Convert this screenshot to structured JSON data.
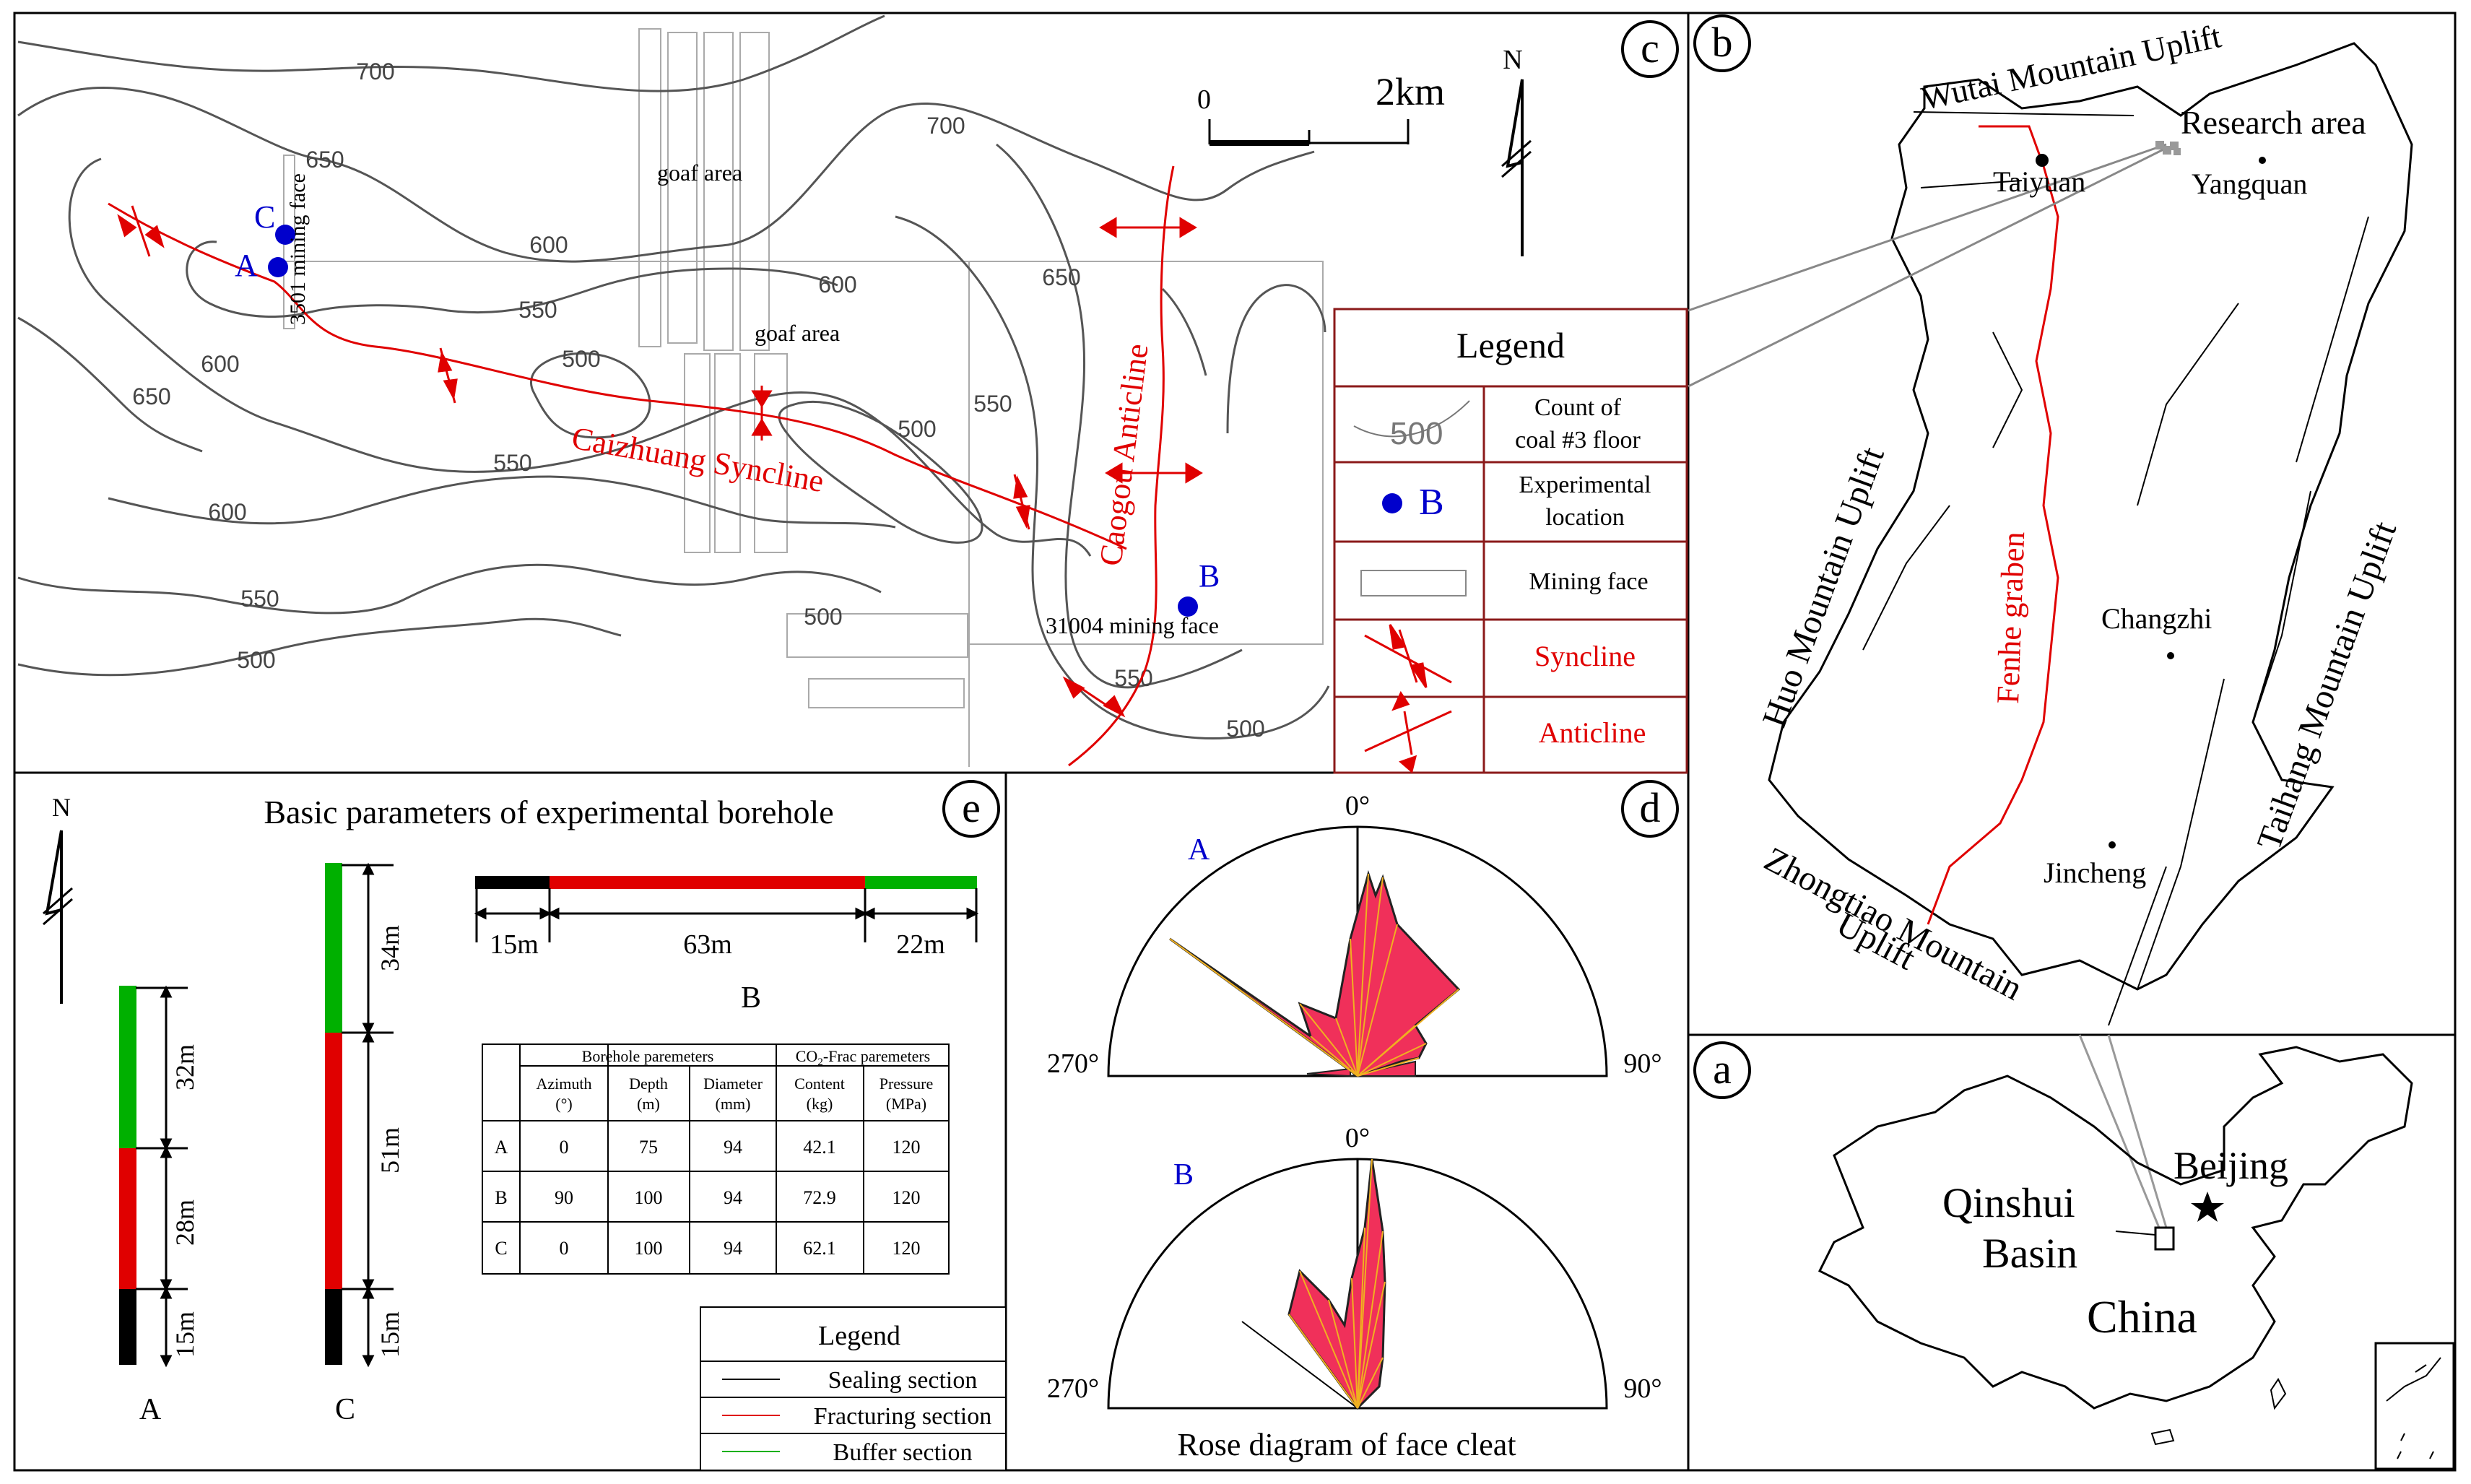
{
  "panels": {
    "c": {
      "letter": "c",
      "contour_labels": [
        "700",
        "700",
        "650",
        "600",
        "600",
        "550",
        "550",
        "500",
        "500",
        "500",
        "650",
        "600",
        "550",
        "600",
        "550",
        "500",
        "500",
        "550",
        "650",
        "650",
        "500",
        "550"
      ],
      "points": [
        {
          "label": "C",
          "color": "#0000cc"
        },
        {
          "label": "A",
          "color": "#0000cc"
        },
        {
          "label": "B",
          "color": "#0000cc"
        }
      ],
      "labels": {
        "mining_face_3501": "3501 mining face",
        "goaf_1": "goaf area",
        "goaf_2": "goaf area",
        "syncline": "Caizhuang Syncline",
        "anticline": "Caogou Anticline",
        "mining_face_31004": "31004 mining face"
      },
      "scale": {
        "start": "0",
        "end": "2km"
      },
      "north": "N",
      "legend": {
        "title": "Legend",
        "items": [
          {
            "icon": "500",
            "text1": "Count of",
            "text2": "coal #3 floor"
          },
          {
            "icon": "B",
            "text1": "Experimental",
            "text2": "location"
          },
          {
            "text1": "Mining face"
          },
          {
            "text1": "Syncline"
          },
          {
            "text1": "Anticline"
          }
        ]
      }
    },
    "b": {
      "letter": "b",
      "labels": {
        "wutai": "Wutai Mountain Uplift",
        "research": "Research area",
        "taiyuan": "Taiyuan",
        "yangquan": "Yangquan",
        "huo": "Huo Mountain Uplift",
        "fenhe": "Fenhe graben",
        "taihang": "Taihang Mountain Uplift",
        "changzhi": "Changzhi",
        "jincheng": "Jincheng",
        "zhongtiao1": "Zhongtiao Mountain",
        "zhongtiao2": "Uplift"
      }
    },
    "e": {
      "letter": "e",
      "title": "Basic parameters of experimental borehole",
      "north": "N",
      "boreholes": {
        "A": {
          "label": "A",
          "sections": [
            "32m",
            "28m",
            "15m"
          ]
        },
        "C": {
          "label": "C",
          "sections": [
            "34m",
            "51m",
            "15m"
          ]
        },
        "B": {
          "label": "B",
          "sections": [
            "15m",
            "63m",
            "22m"
          ]
        }
      },
      "table": {
        "group1": "Borehole paremeters",
        "group2_pre": "CO",
        "group2_sub": "2",
        "group2_post": "-Frac paremeters",
        "headers": [
          [
            "Azimuth",
            "(°)"
          ],
          [
            "Depth",
            "(m)"
          ],
          [
            "Diameter",
            "(mm)"
          ],
          [
            "Content",
            "(kg)"
          ],
          [
            "Pressure",
            "(MPa)"
          ]
        ],
        "rows": [
          [
            "A",
            "0",
            "75",
            "94",
            "42.1",
            "120"
          ],
          [
            "B",
            "90",
            "100",
            "94",
            "72.9",
            "120"
          ],
          [
            "C",
            "0",
            "100",
            "94",
            "62.1",
            "120"
          ]
        ]
      },
      "legend": {
        "title": "Legend",
        "items": [
          {
            "text": "Sealing section",
            "color": "#000000"
          },
          {
            "text": "Fracturing section",
            "color": "#e00000"
          },
          {
            "text": "Buffer section",
            "color": "#00b000"
          }
        ]
      }
    },
    "d": {
      "letter": "d",
      "title": "Rose diagram of face cleat",
      "roses": [
        {
          "label": "A",
          "top": "0°",
          "left": "270°",
          "right": "90°"
        },
        {
          "label": "B",
          "top": "0°",
          "left": "270°",
          "right": "90°"
        }
      ]
    },
    "a": {
      "letter": "a",
      "labels": {
        "beijing": "Beijing",
        "qinshui1": "Qinshui",
        "qinshui2": "Basin",
        "china": "China"
      }
    }
  },
  "colors": {
    "contour": "#555555",
    "fold": "#e00000",
    "point": "#0000cc",
    "sealing": "#000000",
    "fracturing": "#e00000",
    "buffer": "#00b000",
    "rose_fill": "#f0305a",
    "rose_ray": "#f0b020"
  }
}
